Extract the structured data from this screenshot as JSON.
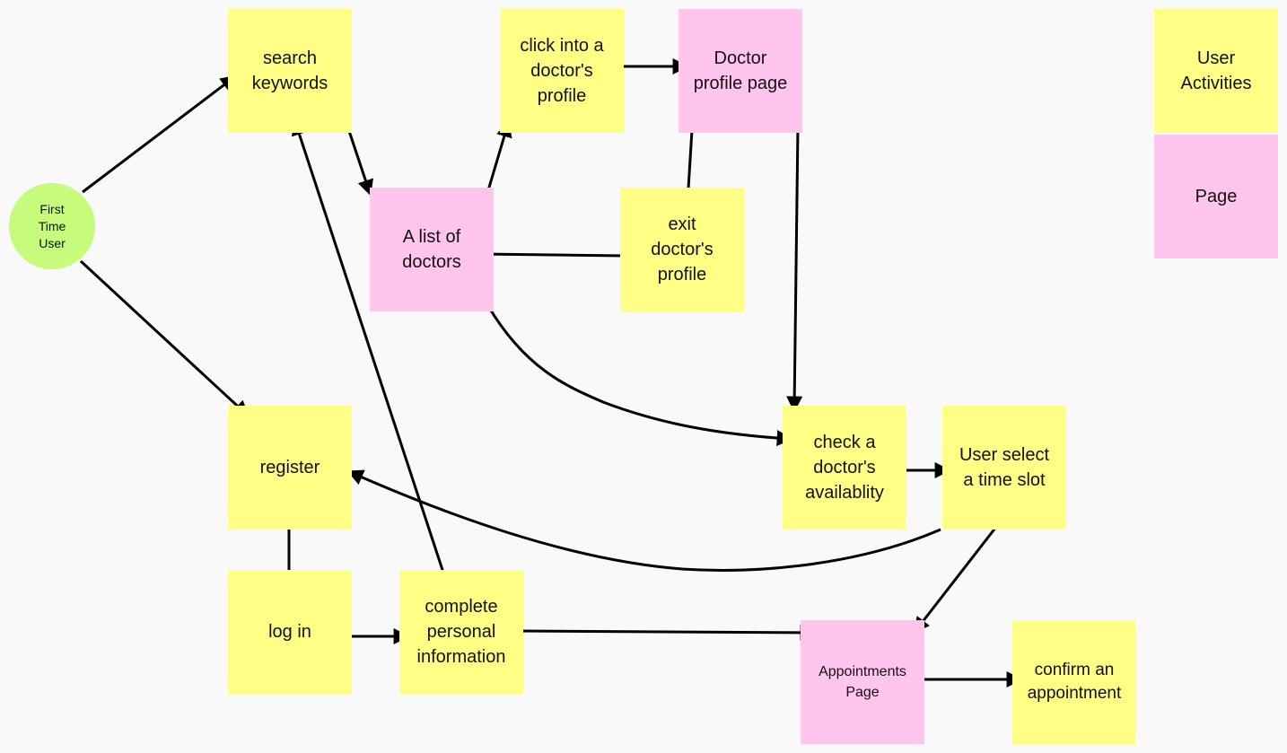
{
  "start_node": [
    "First",
    "Time",
    "User"
  ],
  "nodes": {
    "search_keywords": [
      "search",
      "keywords"
    ],
    "click_profile": [
      "click into a",
      "doctor's",
      "profile"
    ],
    "doctor_profile_page": [
      "Doctor",
      "profile page"
    ],
    "list_of_doctors": [
      "A list of",
      "doctors"
    ],
    "exit_profile": [
      "exit",
      "doctor's",
      "profile"
    ],
    "register": [
      "register"
    ],
    "log_in": [
      "log in"
    ],
    "complete_info": [
      "complete",
      "personal",
      "information"
    ],
    "check_availability": [
      "check a",
      "doctor's",
      "availablity"
    ],
    "select_time_slot": [
      "User select",
      "a time slot"
    ],
    "appointments_page": [
      "Appointments",
      "Page"
    ],
    "confirm_appointment": [
      "confirm an",
      "appointment"
    ]
  },
  "legend": {
    "user_activities": [
      "User",
      "Activities"
    ],
    "page": [
      "Page"
    ]
  },
  "colors": {
    "user_activity": "#ffff85",
    "page": "#ffc5ec",
    "start": "#c6fb7c",
    "background": "#f9f9f9"
  }
}
